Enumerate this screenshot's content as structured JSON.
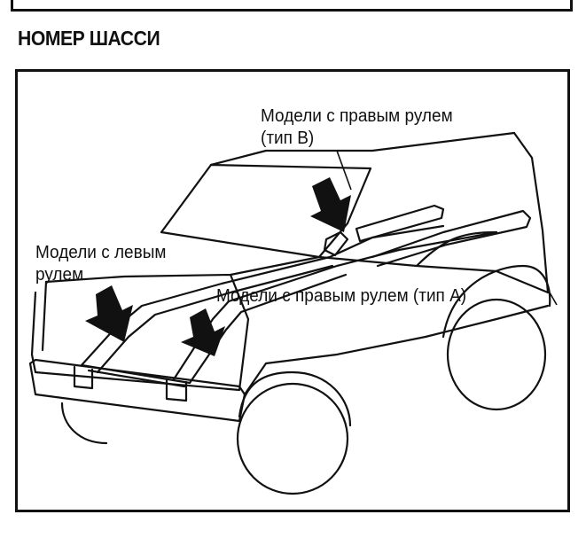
{
  "heading": "НОМЕР ШАССИ",
  "labels": {
    "rhd_type_b_line1": "Модели с правым рулем",
    "rhd_type_b_line2": "(тип В)",
    "lhd_line1": "Модели с левым",
    "lhd_line2": "рулем",
    "rhd_type_a": "Модели с правым рулем (тип А)"
  }
}
